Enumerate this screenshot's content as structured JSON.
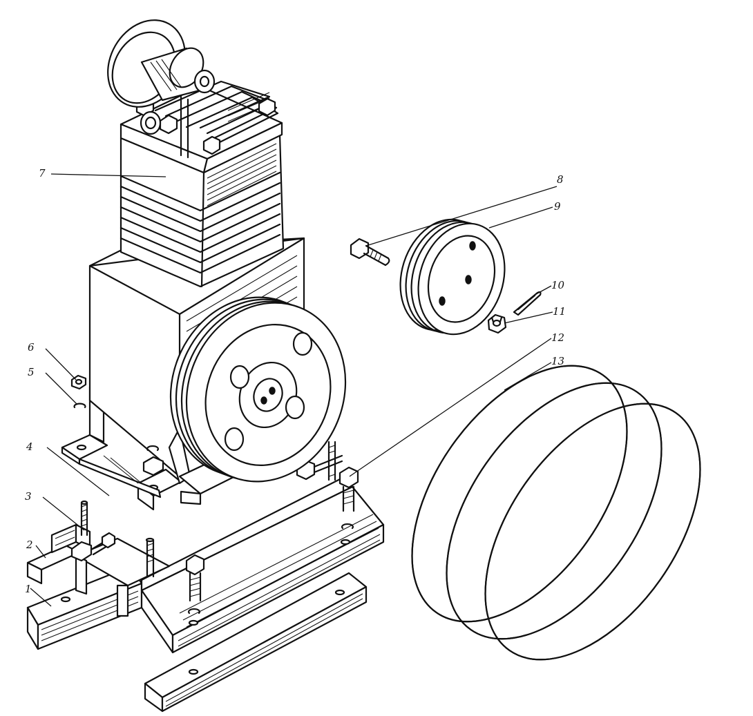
{
  "callouts": [
    {
      "id": "1",
      "text": "1"
    },
    {
      "id": "2",
      "text": "2"
    },
    {
      "id": "3",
      "text": "3"
    },
    {
      "id": "4",
      "text": "4"
    },
    {
      "id": "5",
      "text": "5"
    },
    {
      "id": "6",
      "text": "6"
    },
    {
      "id": "7",
      "text": "7"
    },
    {
      "id": "8",
      "text": "8"
    },
    {
      "id": "9",
      "text": "9"
    },
    {
      "id": "10",
      "text": "10"
    },
    {
      "id": "11",
      "text": "11"
    },
    {
      "id": "12",
      "text": "12"
    },
    {
      "id": "13",
      "text": "13"
    }
  ],
  "colors": {
    "ink": "#111111",
    "paper": "#ffffff"
  }
}
